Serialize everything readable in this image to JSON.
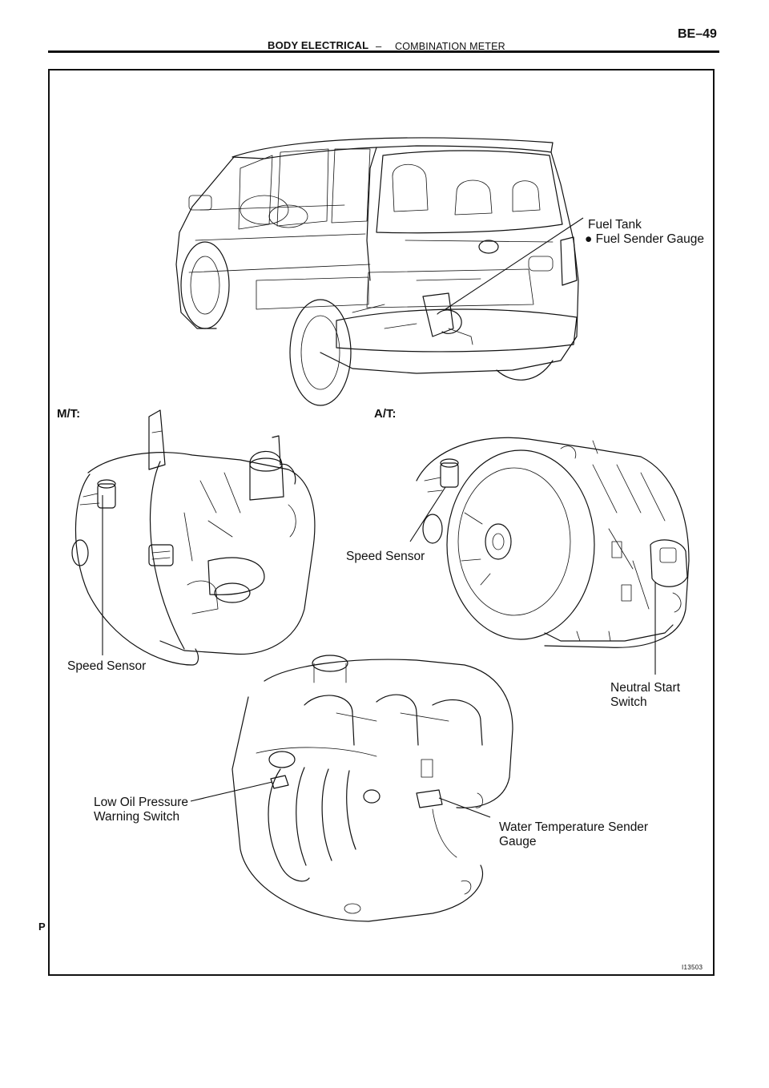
{
  "header": {
    "section": "BODY ELECTRICAL",
    "separator": "–",
    "topic": "COMBINATION METER",
    "page_id": "BE–49"
  },
  "labels": {
    "fuel_tank": "Fuel Tank",
    "fuel_sender_gauge": "● Fuel Sender Gauge",
    "mt": "M/T:",
    "at": "A/T:",
    "speed_sensor_at": "Speed Sensor",
    "speed_sensor_mt": "Speed Sensor",
    "neutral_start_switch_line1": "Neutral Start",
    "neutral_start_switch_line2": "Switch",
    "low_oil_pressure_line1": "Low Oil Pressure",
    "low_oil_pressure_line2": "Warning Switch",
    "water_temp_line1": "Water Temperature Sender",
    "water_temp_line2": "Gauge"
  },
  "figure_id": "I13503",
  "page_mark": "P"
}
